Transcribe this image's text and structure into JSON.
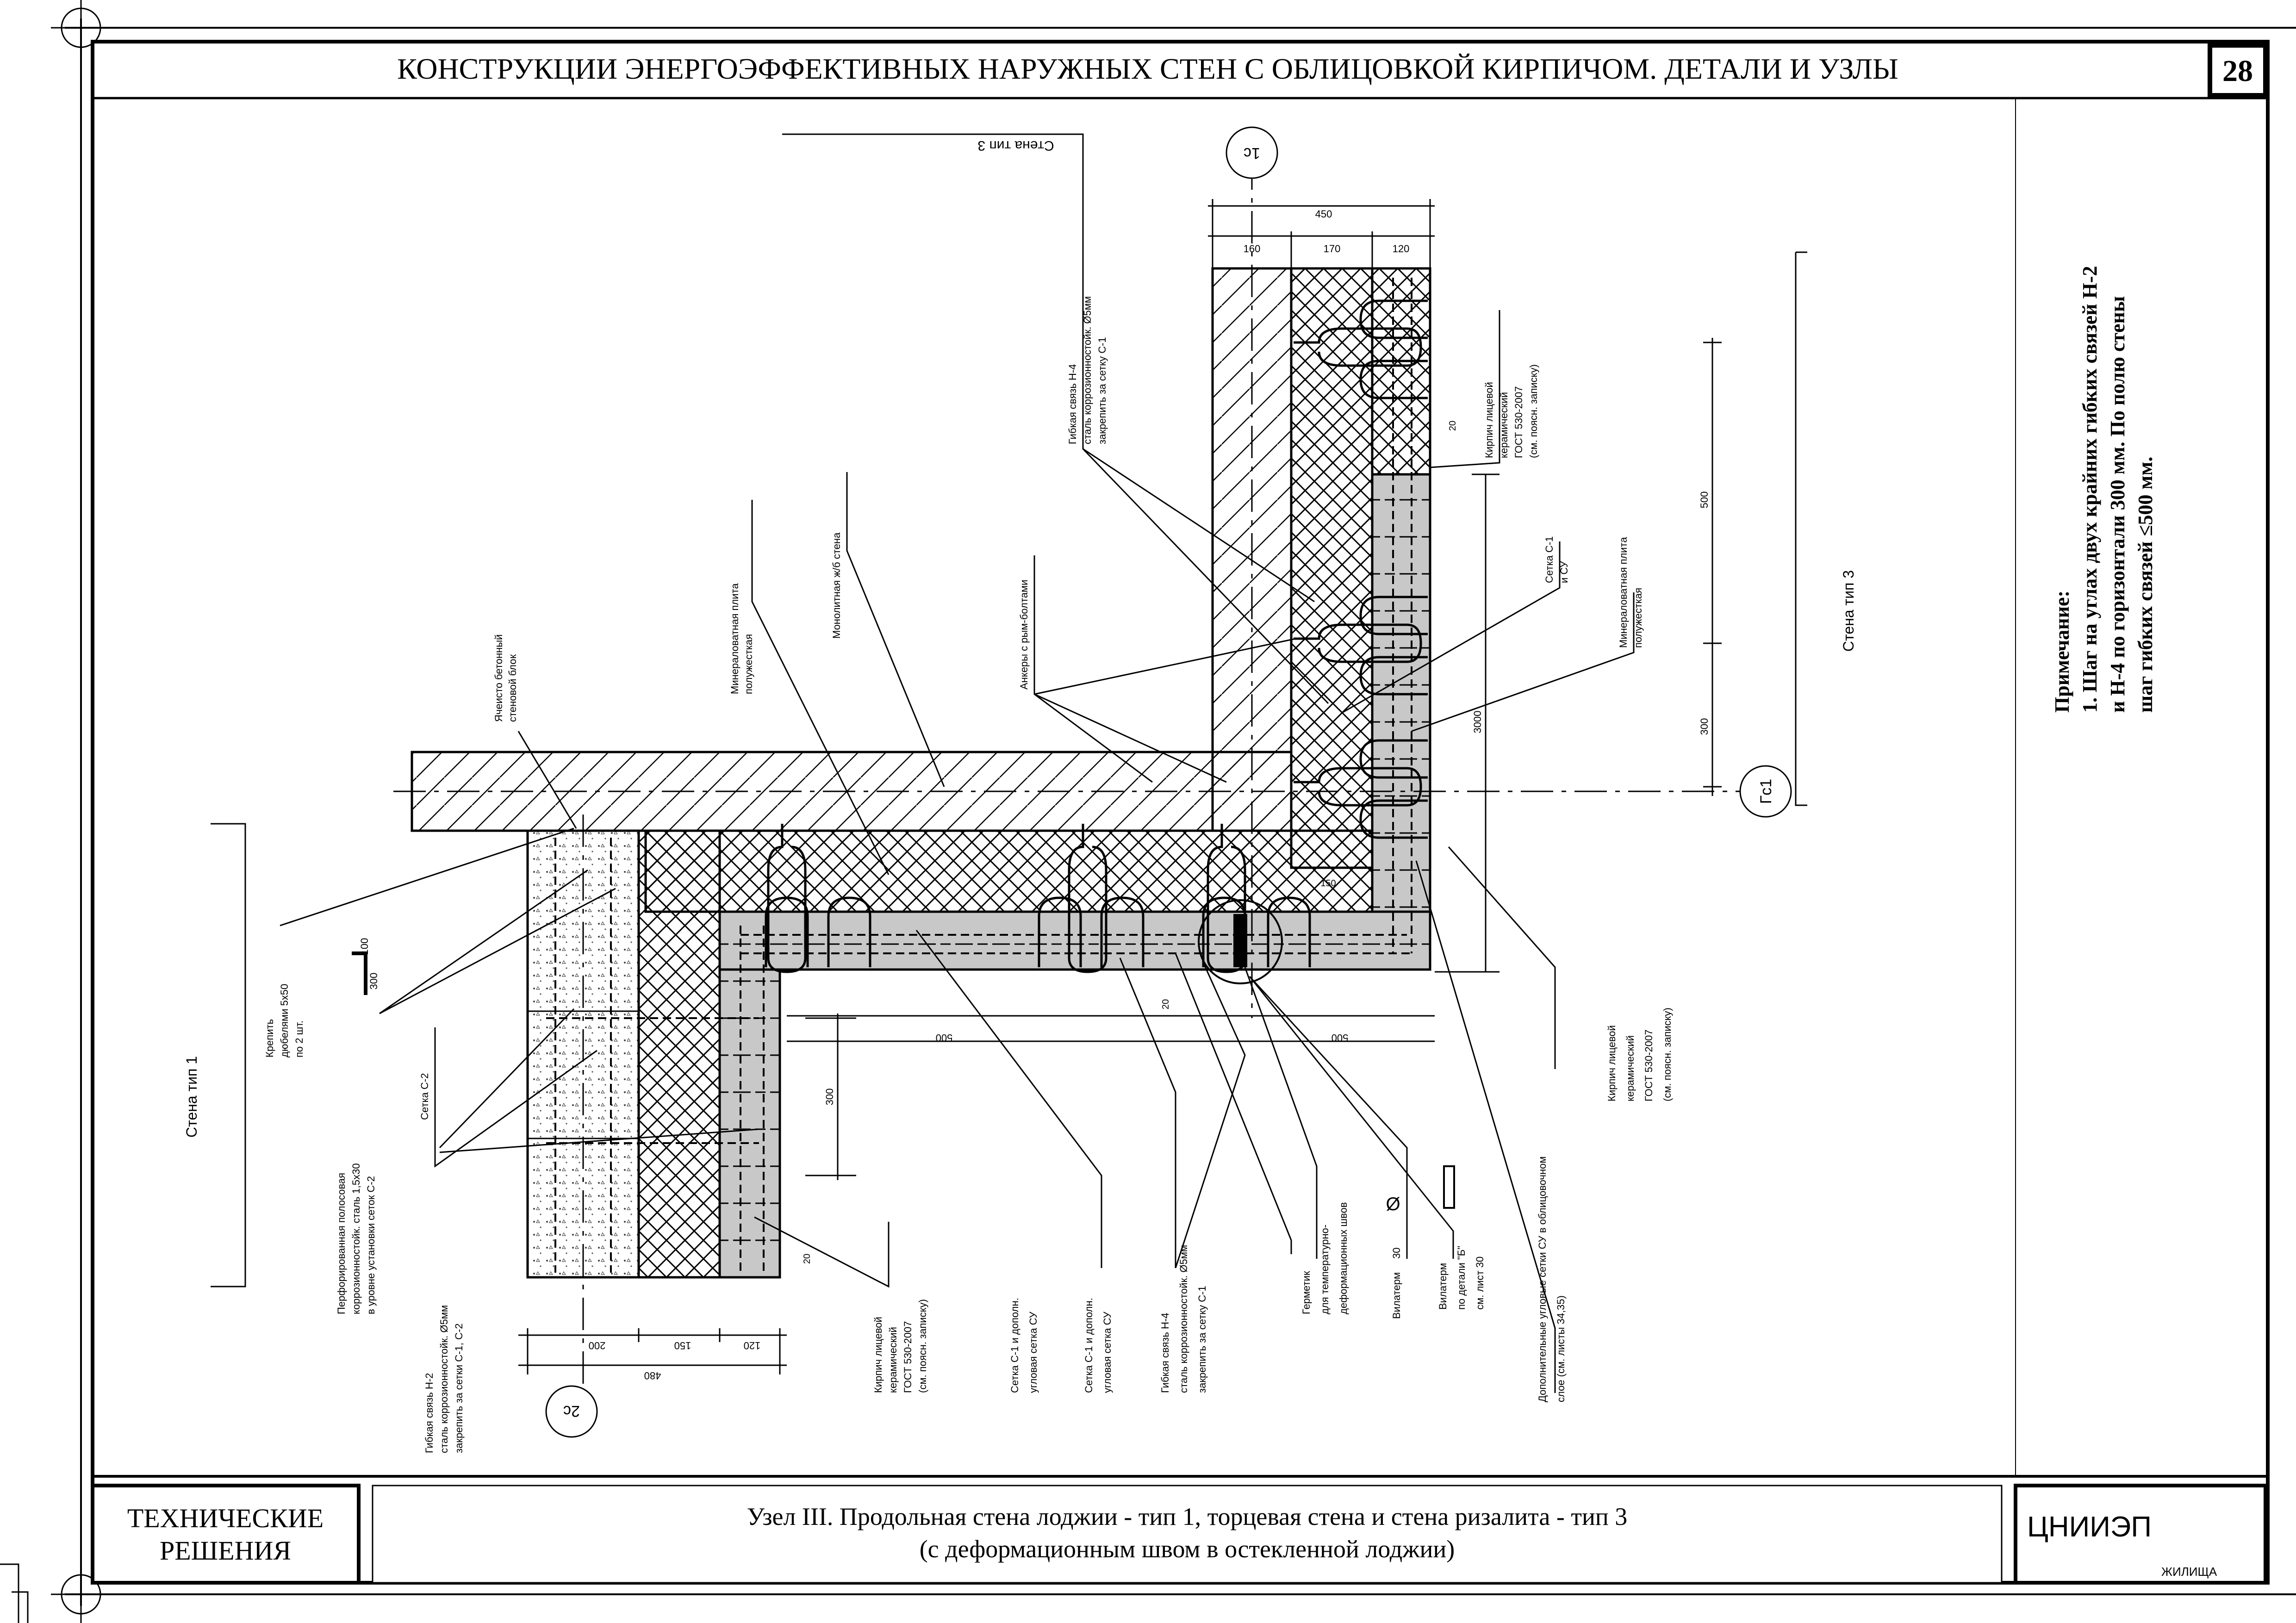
{
  "header": {
    "title": "КОНСТРУКЦИИ ЭНЕРГОЭФФЕКТИВНЫХ НАРУЖНЫХ СТЕН С ОБЛИЦОВКОЙ КИРПИЧОМ. ДЕТАЛИ И УЗЛЫ",
    "sheet_number": "28"
  },
  "note": {
    "heading": "Примечание:",
    "lines": [
      "1. Шаг на углах двух крайних гибких связей Н-2",
      "и Н-4 по горизонтали 300 мм. По полю стены",
      "шаг гибких связей ≤500 мм."
    ]
  },
  "footer": {
    "left_line1": "ТЕХНИЧЕСКИЕ",
    "left_line2": "РЕШЕНИЯ",
    "center_line1": "Узел III. Продольная стена лоджии - тип 1, торцевая стена и стена ризалита - тип 3",
    "center_line2": "(с деформационным швом в остекленной лоджии)",
    "org_name": "ЦНИИЭП",
    "org_sub": "ЖИЛИЩА"
  },
  "drawing": {
    "wall_labels": {
      "wall_type1": "Стена тип 1",
      "wall_type3_top": "Стена тип 3",
      "wall_type3_right": "Стена тип 3"
    },
    "axes": {
      "axis_1c": "1с",
      "axis_2c": "2с",
      "axis_gc1": "Гс1"
    },
    "callouts": {
      "c_block": [
        "Ячеисто бетонный",
        "стеновой блок"
      ],
      "c_mineral_top": [
        "Минераловатная плита",
        "полужесткая"
      ],
      "c_monolith": [
        "Монолитная ж/б стена"
      ],
      "c_anchor": [
        "Анкеры с рым-болтами"
      ],
      "c_flex_h4_top": [
        "Гибкая связь Н-4",
        "сталь коррозионностойк. Ø5мм",
        "закрепить за сетку С-1"
      ],
      "c_brick_top": [
        "Кирпич лицевой",
        "керамический",
        "ГОСТ 530-2007",
        "(см. поясн. записку)"
      ],
      "c_grid_c1_top": [
        "Сетка С-1",
        "и СУ"
      ],
      "c_mineral_right": [
        "Минераловатная плита",
        "полужесткая"
      ],
      "c_fasten": [
        "Крепить",
        "дюбелями 5х50",
        "по 2 шт."
      ],
      "c_perforated": [
        "Перфорированная полосовая",
        "коррозионностойк. сталь 1,5х30",
        "в уровне установки сеток С-2"
      ],
      "c_grid_c2": [
        "Сетка С-2"
      ],
      "c_flex_h2": [
        "Гибкая связь Н-2",
        "сталь коррозионностойк. Ø5мм",
        "закрепить за сетки С-1, С-2"
      ],
      "c_brick_bottom": [
        "Кирпич лицевой",
        "керамический",
        "ГОСТ 530-2007",
        "(см. поясн. записку)"
      ],
      "c_grid_c1_corner": [
        "Сетка С-1 и дополн.",
        "угловая сетка СУ"
      ],
      "c_grid_c1_extra": [
        "Сетка С-1 и дополн.",
        "угловая сетка СУ"
      ],
      "c_flex_h4_bottom": [
        "Гибкая связь Н-4",
        "сталь коррозионностойк. Ø5мм",
        "закрепить за сетку С-1"
      ],
      "c_sealant": [
        "Герметик",
        "для температурно-",
        "деформационных швов"
      ],
      "c_vilaterm30": [
        "Вилатерм",
        "30"
      ],
      "c_vilaterm": [
        "Вилатерм",
        "по детали \"Б\"",
        "см. лист 30"
      ],
      "c_brick_right_bottom": [
        "Кирпич лицевой",
        "керамический",
        "ГОСТ 530-2007",
        "(см. поясн. записку)"
      ],
      "c_extra_grid": [
        "Дополнительные угловые сетки СУ в облицовочном",
        "слое (см. листы 34,35)"
      ]
    },
    "dims": {
      "top_total": "450",
      "top_a": "160",
      "top_b": "170",
      "top_c": "120",
      "right_500": "500",
      "right_300": "300",
      "right_3000": "3000",
      "left_300": "300",
      "left_100": "100",
      "mid_300": "300",
      "mid_500a": "500",
      "mid_500b": "500",
      "mid_20a": "20",
      "mid_20b": "20",
      "mid_20c": "20",
      "mid_150": "150",
      "bot_200": "200",
      "bot_150": "150",
      "bot_120": "120",
      "bot_total": "480",
      "diam_symbol": "Ø"
    }
  }
}
